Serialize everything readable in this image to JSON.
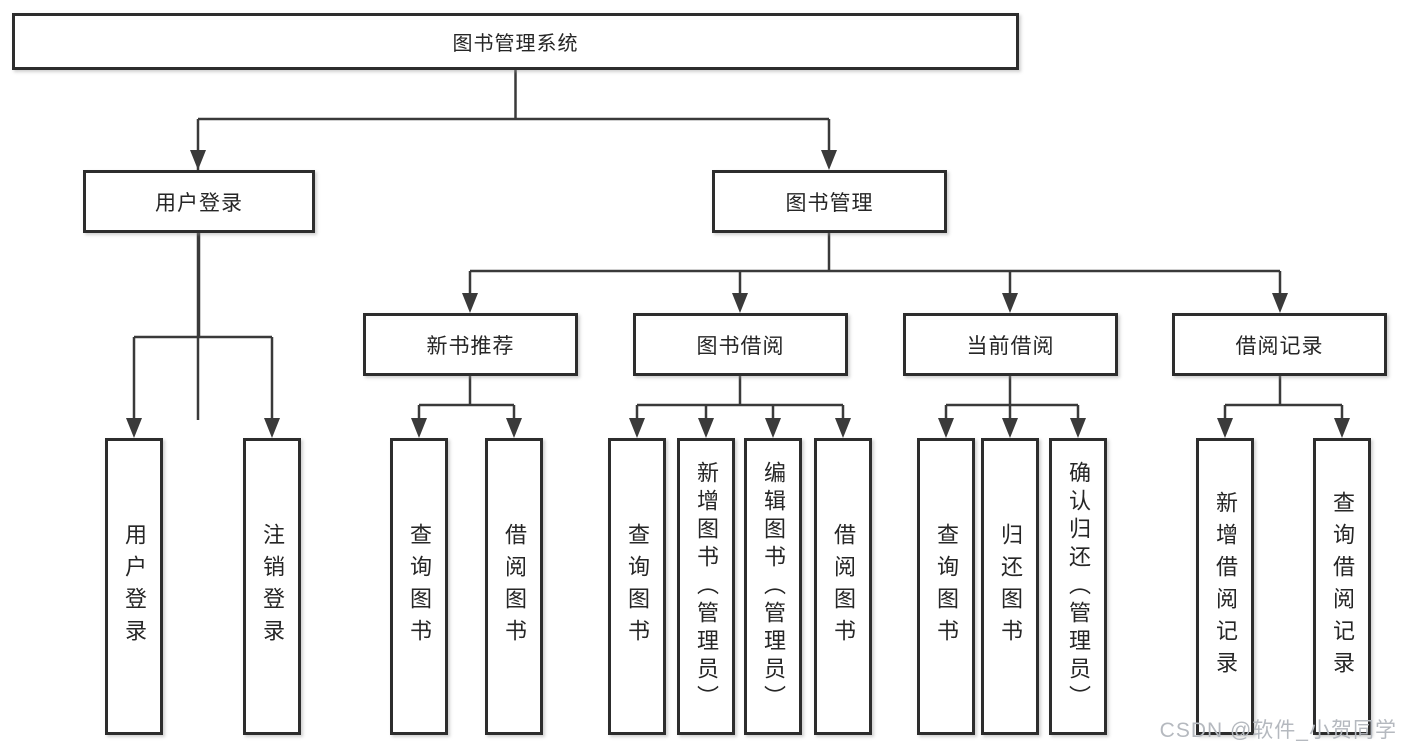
{
  "diagram": {
    "root": {
      "label": "图书管理系统"
    },
    "level2": [
      {
        "label": "用户登录"
      },
      {
        "label": "图书管理"
      }
    ],
    "level3": [
      {
        "label": "新书推荐"
      },
      {
        "label": "图书借阅"
      },
      {
        "label": "当前借阅"
      },
      {
        "label": "借阅记录"
      }
    ],
    "leaves": {
      "user_login": "用户登录",
      "logout": "注销登录",
      "recommend_query_books": "查询图书",
      "recommend_borrow_books": "借阅图书",
      "borrow_query_books": "查询图书",
      "borrow_add_books_admin": "新增图书（管理员）",
      "borrow_edit_books_admin": "编辑图书（管理员）",
      "borrow_borrow_books": "借阅图书",
      "current_query_books": "查询图书",
      "current_return_books": "归还图书",
      "current_confirm_return_admin": "确认归还（管理员）",
      "records_add_record": "新增借阅记录",
      "records_query_record": "查询借阅记录"
    }
  },
  "watermark": {
    "text": "CSDN @软件_小贺同学",
    "color": "#b5b9bf"
  },
  "colors": {
    "background": "#ffffff",
    "box_border": "#2d2d2d",
    "connector_line": "#3a3a3a",
    "text": "#262626"
  }
}
